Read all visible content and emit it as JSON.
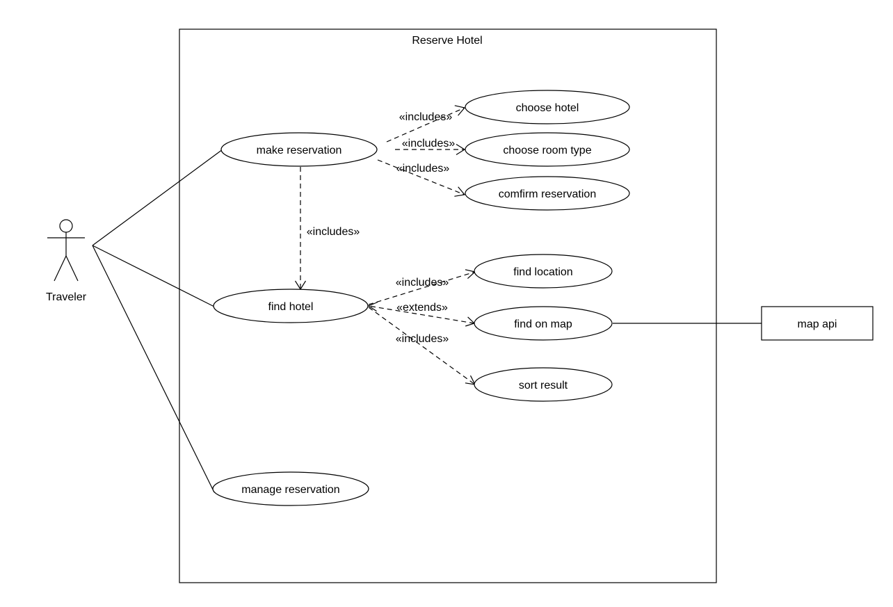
{
  "system": {
    "title": "Reserve Hotel"
  },
  "actors": {
    "traveler": "Traveler",
    "map_api": "map api"
  },
  "use_cases": {
    "make_reservation": "make reservation",
    "choose_hotel": "choose hotel",
    "choose_room_type": "choose room type",
    "confirm_reservation": "comfirm reservation",
    "find_hotel": "find hotel",
    "find_location": "find location",
    "find_on_map": "find on map",
    "sort_result": "sort result",
    "manage_reservation": "manage reservation"
  },
  "relations": {
    "make_to_choose_hotel": "«includes»",
    "make_to_choose_room": "«includes»",
    "make_to_confirm": "«includes»",
    "make_to_find_hotel": "«includes»",
    "find_hotel_to_location": "«includes»",
    "find_on_map_to_find_hotel": "«extends»",
    "find_hotel_to_sort": "«includes»"
  },
  "colors": {
    "line": "#000000",
    "background": "#ffffff"
  }
}
